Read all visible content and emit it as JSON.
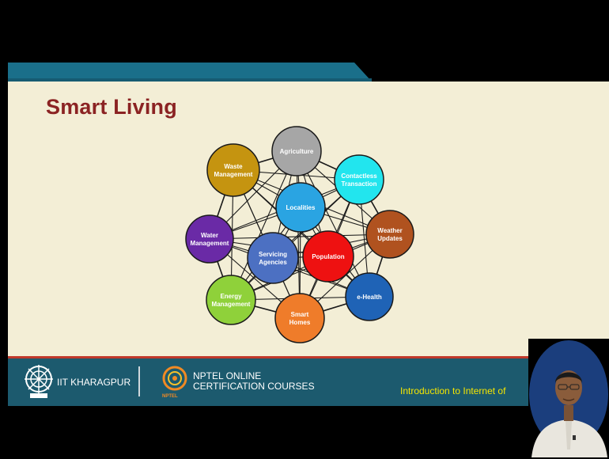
{
  "slide": {
    "title": "Smart Living"
  },
  "diagram": {
    "nodes": [
      {
        "id": "agriculture",
        "lines": [
          "Agriculture"
        ],
        "color": "#a6a6a6"
      },
      {
        "id": "contactless-transaction",
        "lines": [
          "Contactless",
          "Transaction"
        ],
        "color": "#22e5ee"
      },
      {
        "id": "weather-updates",
        "lines": [
          "Weather",
          "Updates"
        ],
        "color": "#b0521f"
      },
      {
        "id": "e-health",
        "lines": [
          "e-Health"
        ],
        "color": "#1f63b6"
      },
      {
        "id": "smart-homes",
        "lines": [
          "Smart",
          "Homes"
        ],
        "color": "#ef7c2a"
      },
      {
        "id": "energy-management",
        "lines": [
          "Energy",
          "Management"
        ],
        "color": "#8fd13a"
      },
      {
        "id": "water-management",
        "lines": [
          "Water",
          "Management"
        ],
        "color": "#6a2aa6"
      },
      {
        "id": "waste-management",
        "lines": [
          "Waste",
          "Management"
        ],
        "color": "#c59410"
      },
      {
        "id": "localities",
        "lines": [
          "Localities"
        ],
        "color": "#2aa4e2"
      },
      {
        "id": "population",
        "lines": [
          "Population"
        ],
        "color": "#ee1111"
      },
      {
        "id": "servicing-agencies",
        "lines": [
          "Servicing",
          "Agencies"
        ],
        "color": "#4c70c2"
      }
    ]
  },
  "footer": {
    "institute": "IIT KHARAGPUR",
    "nptel_line1": "NPTEL ONLINE",
    "nptel_line2": "CERTIFICATION COURSES",
    "nptel_logo_text": "NPTEL",
    "course": "Introduction to Internet of"
  },
  "colors": {
    "slide_bg": "#f3eed6",
    "title": "#8b2323",
    "footer_bg": "#1c5a6e",
    "banner_teal": "#1a6f8a",
    "course_text": "#f6e600"
  }
}
